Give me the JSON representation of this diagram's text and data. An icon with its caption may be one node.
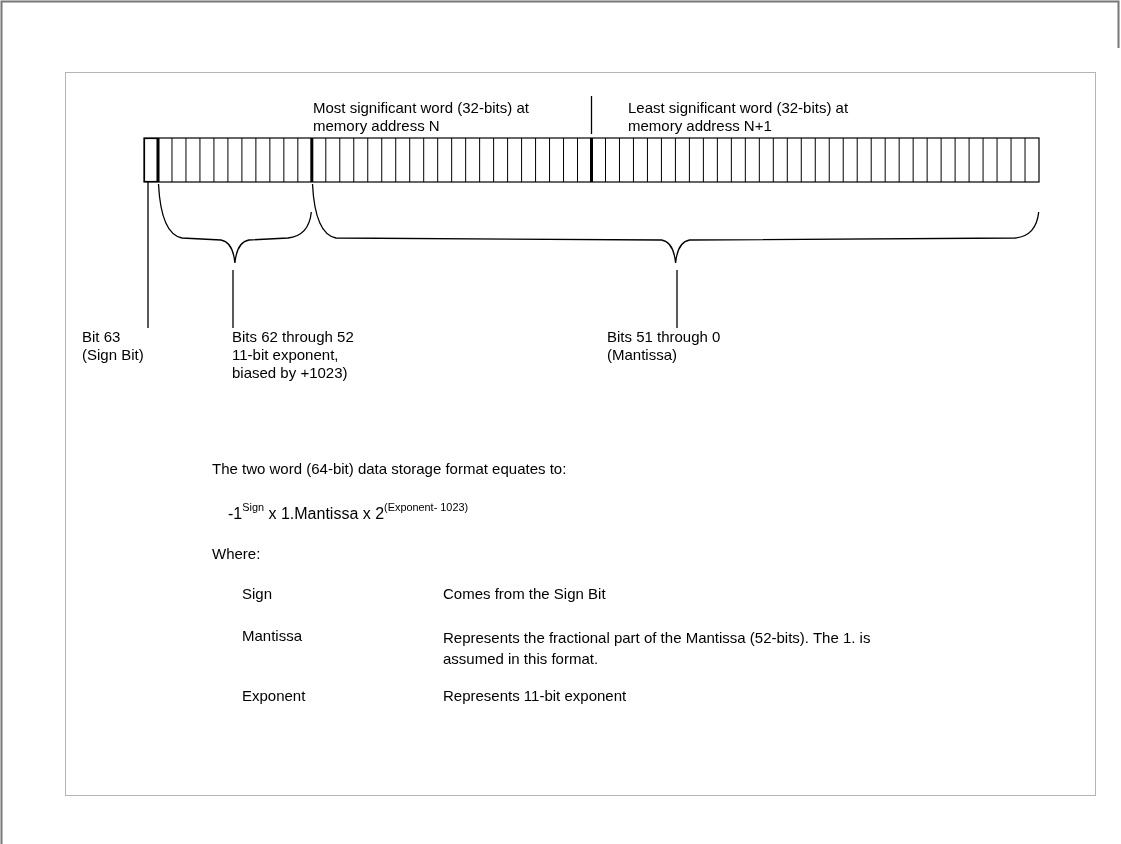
{
  "diagram": {
    "nodes": [
      {
        "text": [],
        "shape": "box"
      },
      {
        "text": [],
        "shape": "brace"
      },
      {
        "text": [],
        "shape": "brace"
      },
      {
        "text": [
          "Bit 63 (Sign Bit)"
        ]
      },
      {
        "text": [
          "Bits 62 through 52 11-bit exponent, biased by +1023)"
        ]
      },
      {
        "text": [
          "Bits 51 through 0 (Mantissa)"
        ]
      }
    ],
    "edges": [
      {
        "from": 3,
        "to": 0,
        "arrow": "none"
      },
      {
        "from": 4,
        "to": 1,
        "arrow": "none"
      },
      {
        "from": 5,
        "to": 2,
        "arrow": "none"
      }
    ],
    "labels": [
      "Most significant word (32-bits) at memory address N",
      "Least significant word (32-bits) at memory address N+1",
      "The two word (64-bit) data storage format equates to:",
      "-1$^{Sign}$ x 1.Mantissa x 2$^{(Exponent- 1023)}$",
      "Where:",
      "Sign",
      "Comes from the Sign Bit",
      "Mantissa",
      "Represents the fractional part of the Mantissa (52-bits). The 1. is assumed in this format.",
      "Exponent",
      "Represents 11-bit exponent"
    ]
  }
}
